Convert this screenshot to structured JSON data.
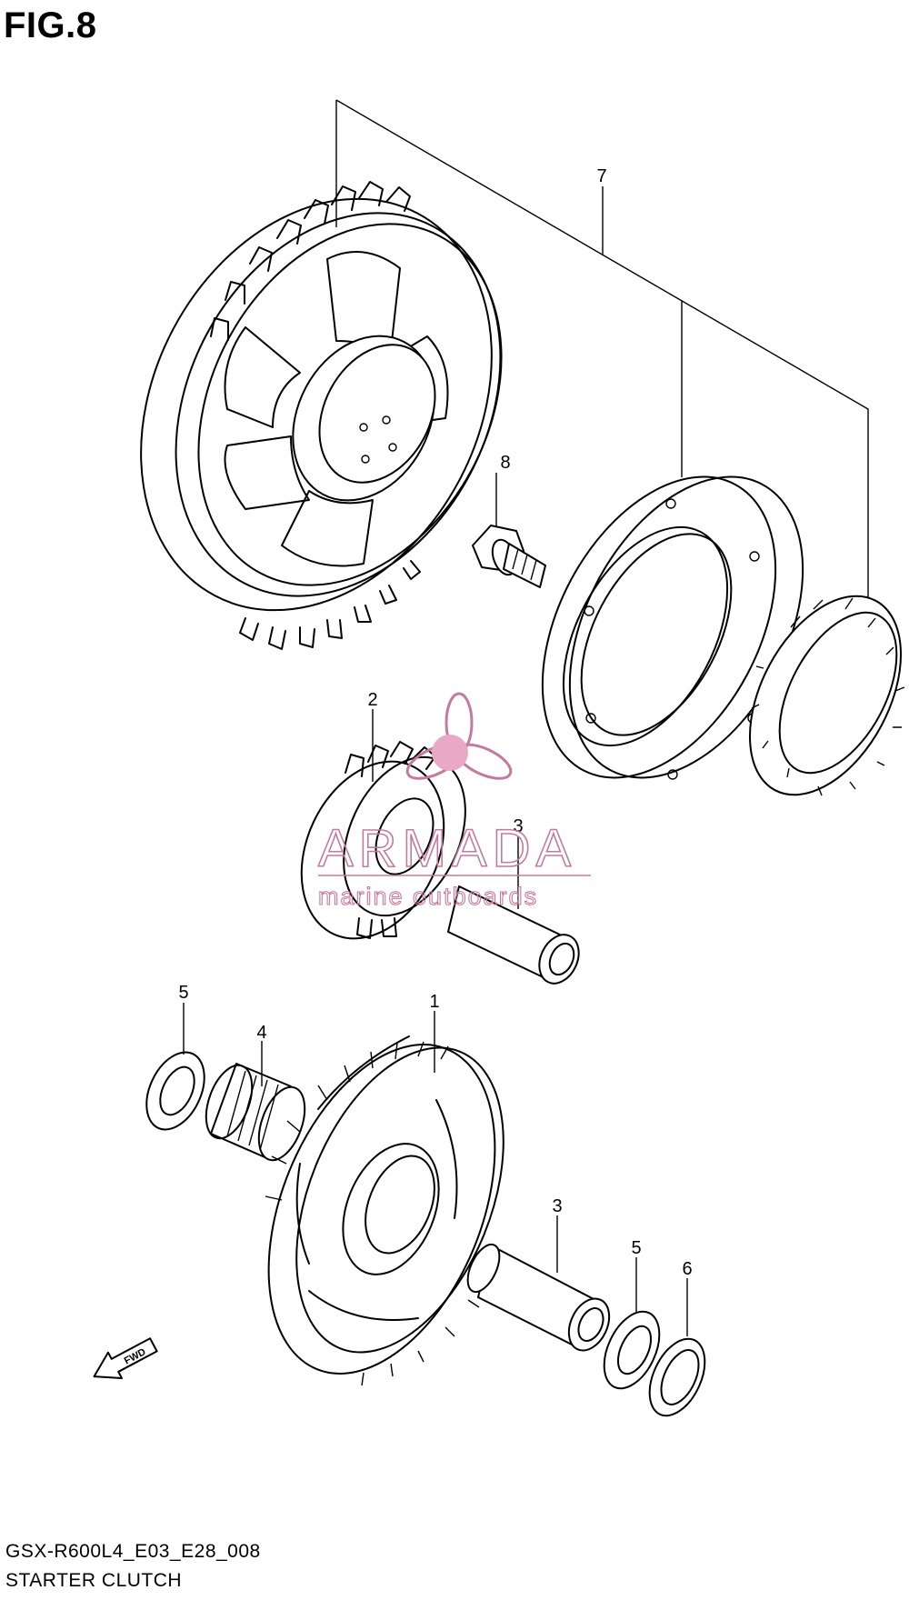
{
  "figure": {
    "title": "FIG.8",
    "code": "GSX-R600L4_E03_E28_008",
    "subtitle": "STARTER CLUTCH"
  },
  "callouts": {
    "part_7": "7",
    "part_8": "8",
    "part_2": "2",
    "part_3_upper": "3",
    "part_5_upper": "5",
    "part_4": "4",
    "part_1": "1",
    "part_3_lower": "3",
    "part_5_lower": "5",
    "part_6": "6"
  },
  "fwd_arrow": {
    "label": "FWD"
  },
  "watermark": {
    "brand": "ARMADA",
    "tagline": "marine outboards",
    "color": "#c5799e",
    "logo_icon": "propeller-icon"
  }
}
